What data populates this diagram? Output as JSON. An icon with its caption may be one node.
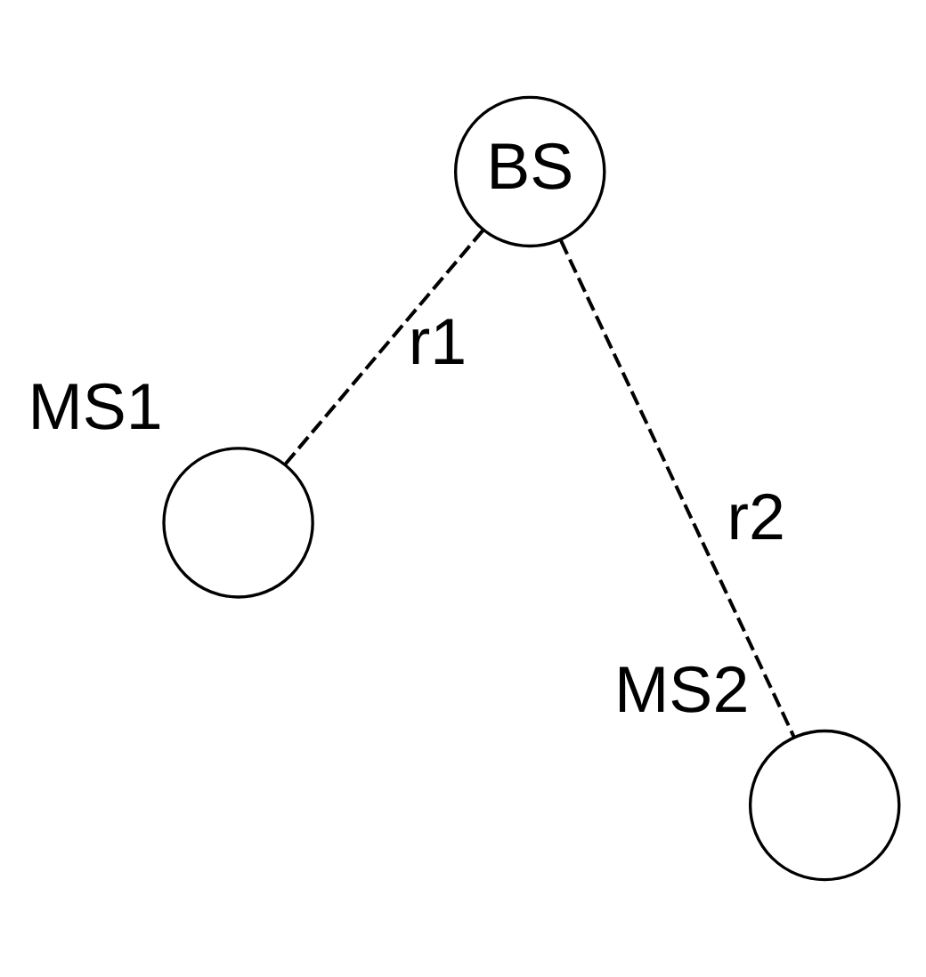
{
  "diagram": {
    "nodes": [
      {
        "text": [
          "BS"
        ]
      },
      {
        "text": [
          "MS1"
        ]
      },
      {
        "text": [
          "MS2"
        ]
      }
    ],
    "edges": [
      {
        "from": 0,
        "to": 1,
        "arrow": "none",
        "style": "dashed",
        "label": "r1"
      },
      {
        "from": 0,
        "to": 2,
        "arrow": "none",
        "style": "dashed",
        "label": "r2"
      }
    ]
  }
}
